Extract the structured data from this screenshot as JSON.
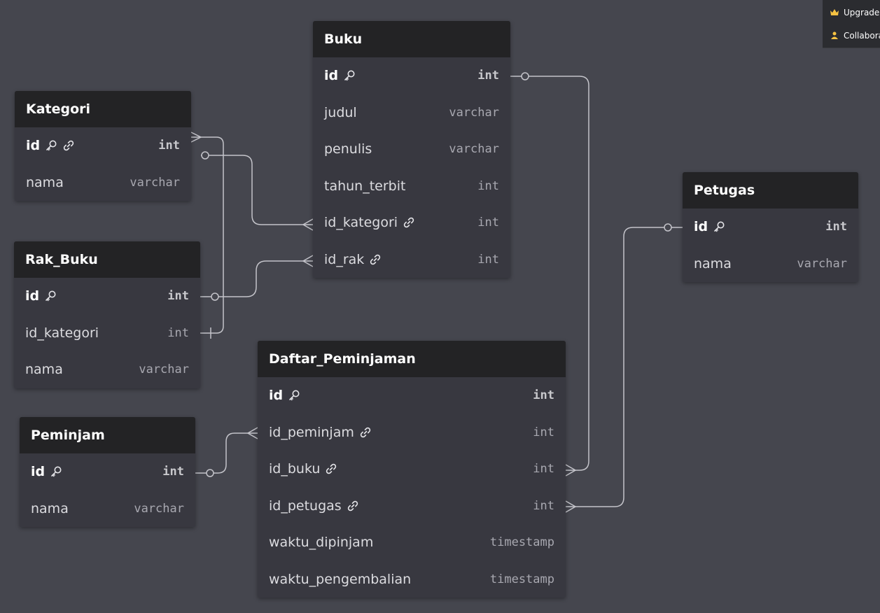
{
  "toolbar": {
    "upgrade_label": "Upgrade",
    "collaborate_label": "Collabora"
  },
  "tables": {
    "buku": {
      "name": "Buku",
      "columns": [
        {
          "name": "id",
          "type": "int",
          "pk": true,
          "fk": false
        },
        {
          "name": "judul",
          "type": "varchar",
          "pk": false,
          "fk": false
        },
        {
          "name": "penulis",
          "type": "varchar",
          "pk": false,
          "fk": false
        },
        {
          "name": "tahun_terbit",
          "type": "int",
          "pk": false,
          "fk": false
        },
        {
          "name": "id_kategori",
          "type": "int",
          "pk": false,
          "fk": true
        },
        {
          "name": "id_rak",
          "type": "int",
          "pk": false,
          "fk": true
        }
      ]
    },
    "kategori": {
      "name": "Kategori",
      "columns": [
        {
          "name": "id",
          "type": "int",
          "pk": true,
          "fk": true
        },
        {
          "name": "nama",
          "type": "varchar",
          "pk": false,
          "fk": false
        }
      ]
    },
    "rak_buku": {
      "name": "Rak_Buku",
      "columns": [
        {
          "name": "id",
          "type": "int",
          "pk": true,
          "fk": false
        },
        {
          "name": "id_kategori",
          "type": "int",
          "pk": false,
          "fk": false
        },
        {
          "name": "nama",
          "type": "varchar",
          "pk": false,
          "fk": false
        }
      ]
    },
    "petugas": {
      "name": "Petugas",
      "columns": [
        {
          "name": "id",
          "type": "int",
          "pk": true,
          "fk": false
        },
        {
          "name": "nama",
          "type": "varchar",
          "pk": false,
          "fk": false
        }
      ]
    },
    "peminjam": {
      "name": "Peminjam",
      "columns": [
        {
          "name": "id",
          "type": "int",
          "pk": true,
          "fk": false
        },
        {
          "name": "nama",
          "type": "varchar",
          "pk": false,
          "fk": false
        }
      ]
    },
    "daftar_peminjaman": {
      "name": "Daftar_Peminjaman",
      "columns": [
        {
          "name": "id",
          "type": "int",
          "pk": true,
          "fk": false
        },
        {
          "name": "id_peminjam",
          "type": "int",
          "pk": false,
          "fk": true
        },
        {
          "name": "id_buku",
          "type": "int",
          "pk": false,
          "fk": true
        },
        {
          "name": "id_petugas",
          "type": "int",
          "pk": false,
          "fk": true
        },
        {
          "name": "waktu_dipinjam",
          "type": "timestamp",
          "pk": false,
          "fk": false
        },
        {
          "name": "waktu_pengembalian",
          "type": "timestamp",
          "pk": false,
          "fk": false
        }
      ]
    }
  },
  "relations": [
    {
      "from": "kategori.id",
      "to": "buku.id_kategori",
      "cardinality": "one-to-many"
    },
    {
      "from": "kategori.id",
      "to": "rak_buku.id_kategori",
      "cardinality": "many-to-one"
    },
    {
      "from": "rak_buku.id",
      "to": "buku.id_rak",
      "cardinality": "one-to-many"
    },
    {
      "from": "buku.id",
      "to": "daftar_peminjaman.id_buku",
      "cardinality": "one-to-many"
    },
    {
      "from": "petugas.id",
      "to": "daftar_peminjaman.id_petugas",
      "cardinality": "one-to-many"
    },
    {
      "from": "peminjam.id",
      "to": "daftar_peminjaman.id_peminjam",
      "cardinality": "one-to-many"
    }
  ],
  "colors": {
    "canvas": "#45464e",
    "table_body": "#383840",
    "table_header": "#232325",
    "connector": "#c4c4ca"
  }
}
